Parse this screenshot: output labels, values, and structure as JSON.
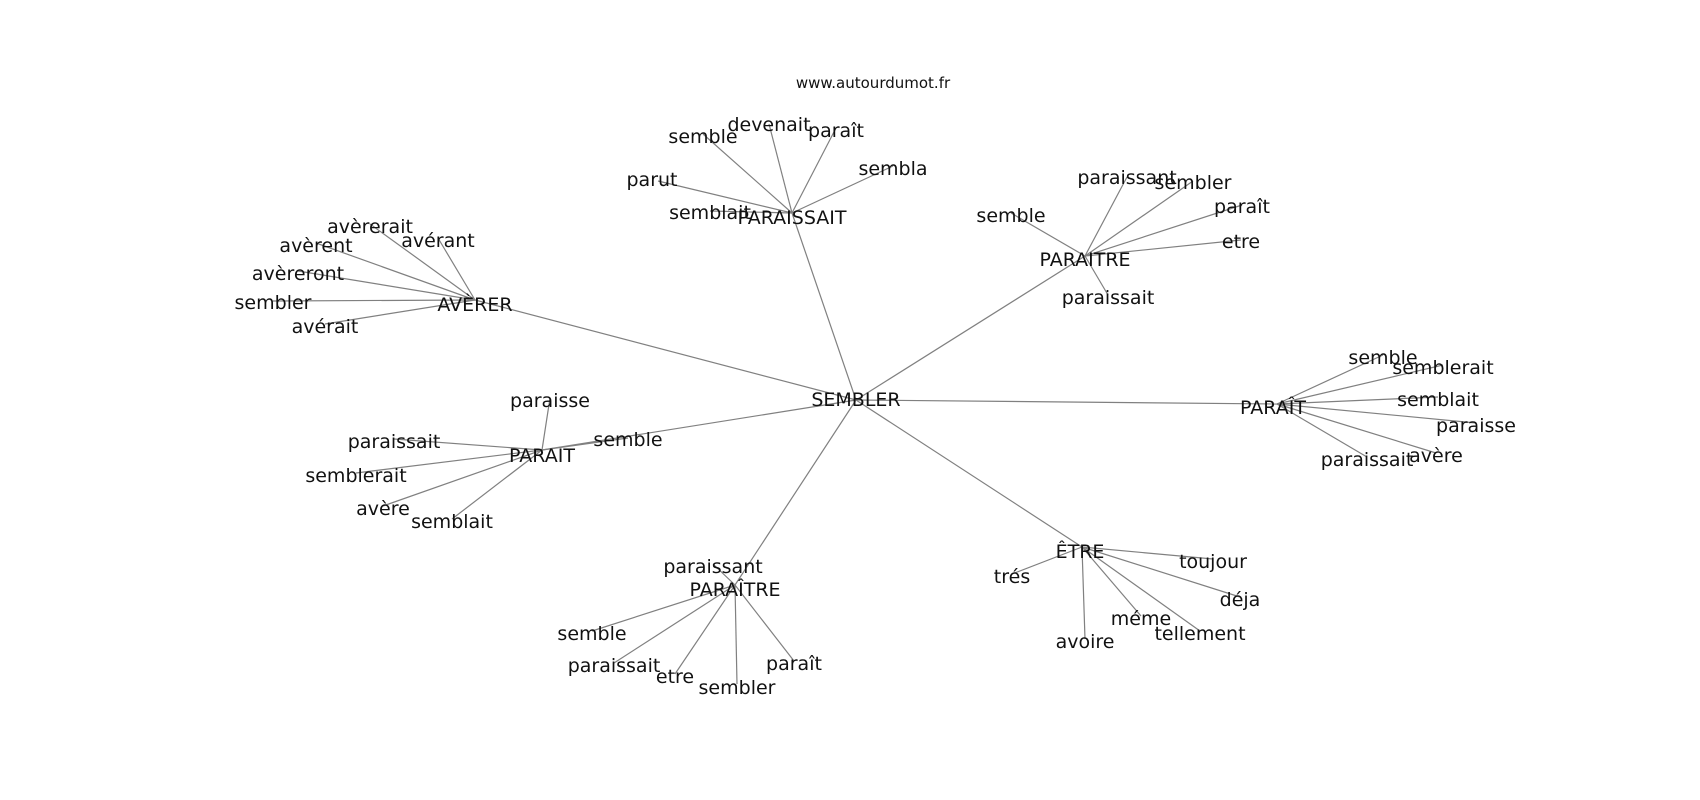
{
  "site": "www.autourdumot.fr",
  "colors": {
    "edge": "#808080",
    "text": "#111111",
    "background": "#ffffff"
  },
  "graph": {
    "center": "SEMBLER",
    "hubs": [
      {
        "id": "paraissait_hub",
        "label": "PARAISSAIT",
        "leaves": [
          "devenait",
          "paraît",
          "semble",
          "sembla",
          "parut",
          "semblait"
        ]
      },
      {
        "id": "paraitre_hub",
        "label": "PARAITRE",
        "leaves": [
          "paraissant",
          "sembler",
          "paraît",
          "semble",
          "etre",
          "paraissait"
        ]
      },
      {
        "id": "averer_hub",
        "label": "AVÈRER",
        "leaves": [
          "avèrerait",
          "avérant",
          "avèrent",
          "avèreront",
          "sembler",
          "avérait"
        ]
      },
      {
        "id": "parait_accent_hub",
        "label": "PARAÎT",
        "leaves": [
          "semble",
          "semblerait",
          "semblait",
          "paraisse",
          "avère",
          "paraissait"
        ]
      },
      {
        "id": "parait_hub",
        "label": "PARAIT",
        "leaves": [
          "paraisse",
          "paraissait",
          "semblerait",
          "avère",
          "semblait",
          "semble"
        ]
      },
      {
        "id": "paraitre_accent_hub",
        "label": "PARAÎTRE",
        "leaves": [
          "paraissant",
          "semble",
          "paraissait",
          "etre",
          "sembler",
          "paraît"
        ]
      },
      {
        "id": "etre_hub",
        "label": "ÊTRE",
        "leaves": [
          "toujour",
          "trés",
          "déja",
          "méme",
          "tellement",
          "avoire"
        ]
      }
    ]
  }
}
